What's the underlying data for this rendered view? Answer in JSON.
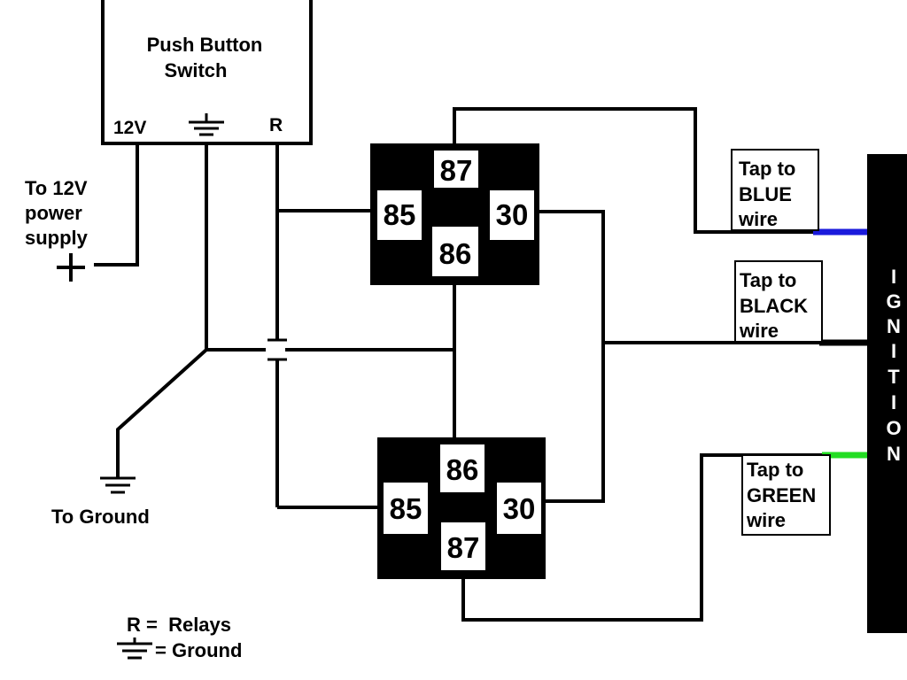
{
  "switch": {
    "title_line1": "Push Button",
    "title_line2": "Switch",
    "term_12v": "12V",
    "term_r": "R"
  },
  "power": {
    "line1": "To 12V",
    "line2": "power",
    "line3": "supply",
    "plus": "+"
  },
  "ground": {
    "label": "To Ground"
  },
  "relay_top": {
    "pin_top": "87",
    "pin_left": "85",
    "pin_right": "30",
    "pin_bottom": "86"
  },
  "relay_bottom": {
    "pin_top": "86",
    "pin_left": "85",
    "pin_right": "30",
    "pin_bottom": "87"
  },
  "taps": {
    "blue": {
      "line1": "Tap to",
      "line2": "BLUE",
      "line3": "wire",
      "color": "#1a1adc"
    },
    "black": {
      "line1": "Tap to",
      "line2": "BLACK",
      "line3": "wire",
      "color": "#000000"
    },
    "green": {
      "line1": "Tap to",
      "line2": "GREEN",
      "line3": "wire",
      "color": "#22dd22"
    }
  },
  "ignition": {
    "letters": [
      "I",
      "G",
      "N",
      "I",
      "T",
      "I",
      "O",
      "N"
    ]
  },
  "legend": {
    "relays": "R =  Relays",
    "ground": "= Ground"
  }
}
